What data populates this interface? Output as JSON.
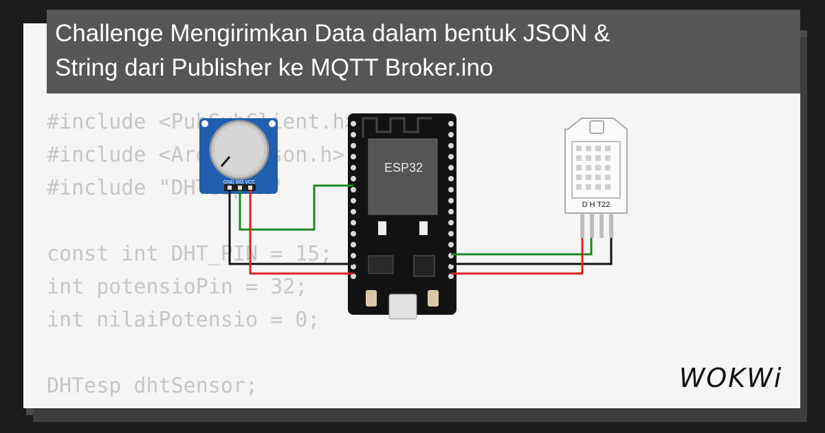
{
  "title": {
    "line1": "Challenge Mengirimkan Data dalam bentuk JSON &",
    "line2": "String dari Publisher ke MQTT Broker.ino"
  },
  "code_lines": [
    "#include <PubSubClient.h>",
    "#include <ArduinoJson.h>",
    "#include \"DHTesp.h\"",
    "",
    "const int DHT_PIN = 15;",
    "int potensioPin = 32;",
    "int nilaiPotensio = 0;",
    "",
    "DHTesp dhtSensor;"
  ],
  "components": {
    "potentiometer": {
      "pin_labels": "GND SIG VCC"
    },
    "esp32": {
      "chip_label": "ESP32"
    },
    "dht22": {
      "label": "D H T22"
    }
  },
  "brand": {
    "logo_text": "WOKWi"
  },
  "colors": {
    "title_bg": "#565656",
    "card_bg": "#f5f5f5",
    "code_text": "#c6c6c6",
    "wire_green": "#1a8a1a",
    "wire_red": "#e02020",
    "wire_black": "#111111",
    "pot_blue": "#1f5fae"
  }
}
